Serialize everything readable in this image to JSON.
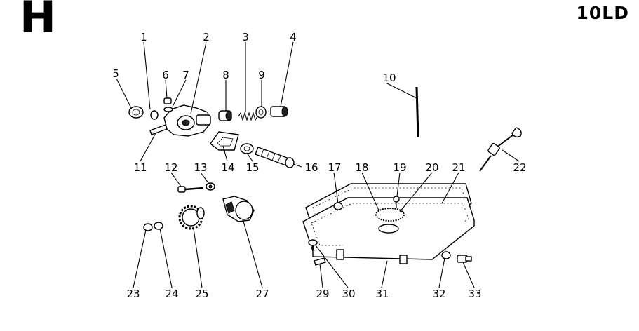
{
  "header": {
    "section_letter": "H",
    "model_code": "10LD"
  },
  "callouts": [
    "1",
    "2",
    "3",
    "4",
    "5",
    "6",
    "7",
    "8",
    "9",
    "10",
    "11",
    "12",
    "13",
    "14",
    "15",
    "16",
    "17",
    "18",
    "19",
    "20",
    "21",
    "22",
    "23",
    "24",
    "25",
    "27",
    "29",
    "30",
    "31",
    "32",
    "33"
  ]
}
